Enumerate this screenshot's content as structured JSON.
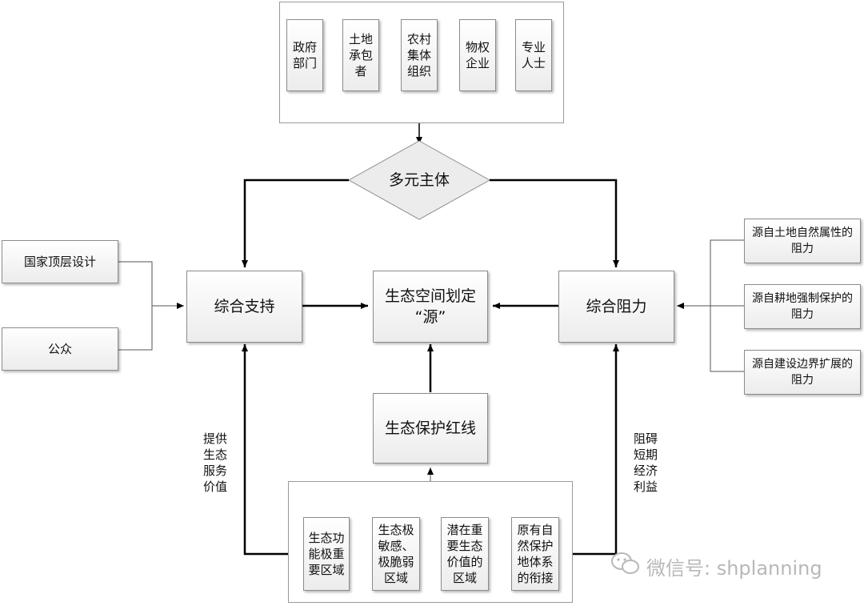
{
  "top_stakeholders": [
    "政府部门",
    "土地承包者",
    "农村集体组织",
    "物权企业",
    "专业人士"
  ],
  "diamond": "多元主体",
  "center": {
    "line1": "生态空间划定",
    "line2": "“源”"
  },
  "support": "综合支持",
  "resistance": "综合阻力",
  "left_inputs": [
    "国家顶层设计",
    "公众"
  ],
  "right_inputs": [
    "源自土地自然属性的阻力",
    "源自耕地强制保护的阻力",
    "源自建设边界扩展的阻力"
  ],
  "redline": "生态保护红线",
  "bottom_areas": [
    "生态功能极重要区域",
    "生态极敏感、极脆弱区域",
    "潜在重要生态价值的区域",
    "原有自然保护地体系的衔接"
  ],
  "left_label": "提供生态服务价值",
  "right_label": "阻碍短期经济利益",
  "watermark": "微信号: shplanning"
}
